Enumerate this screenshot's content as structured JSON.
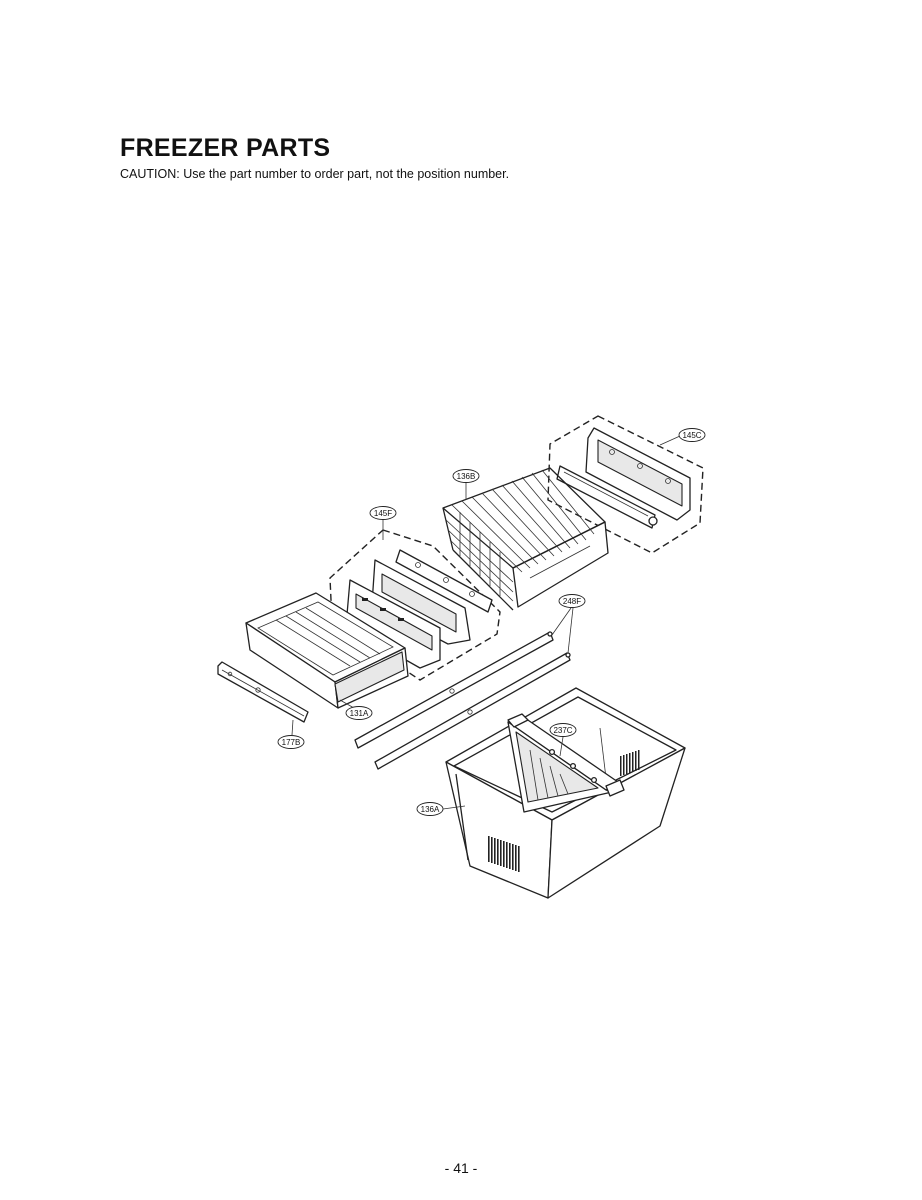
{
  "header": {
    "title": "FREEZER PARTS",
    "caution": "CAUTION: Use the part number to order part, not the position number."
  },
  "callouts": {
    "c145C": "145C",
    "c136B": "136B",
    "c145F": "145F",
    "c248F": "248F",
    "c131A": "131A",
    "c177B": "177B",
    "c237C": "237C",
    "c136A": "136A"
  },
  "footer": {
    "page_number": "- 41 -"
  }
}
